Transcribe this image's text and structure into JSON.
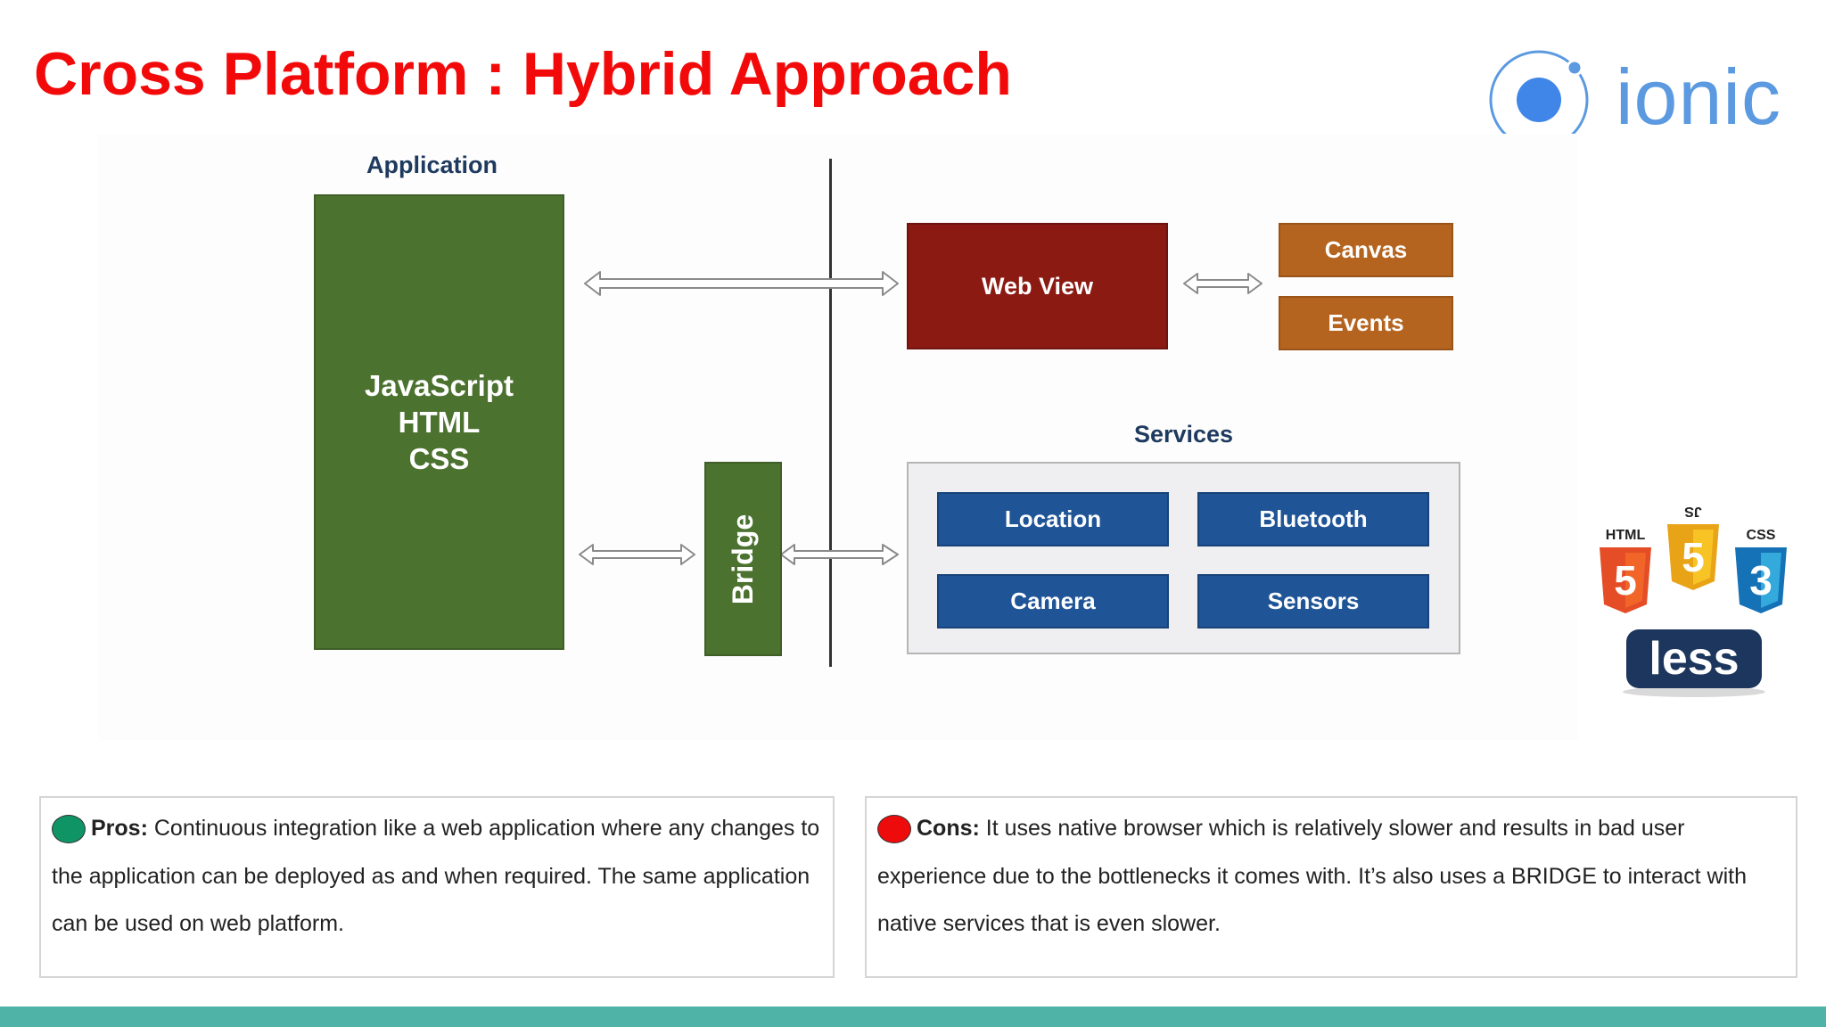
{
  "slide": {
    "title": "Cross Platform : Hybrid Approach"
  },
  "logo": {
    "brand": "ionic",
    "brand_color": "#5b9ae0"
  },
  "diagram": {
    "application_label": "Application",
    "app_lines": [
      "JavaScript",
      "HTML",
      "CSS"
    ],
    "bridge_label": "Bridge",
    "webview_label": "Web View",
    "canvas_label": "Canvas",
    "events_label": "Events",
    "services_label": "Services",
    "services": [
      "Location",
      "Bluetooth",
      "Camera",
      "Sensors"
    ]
  },
  "tech_badges": {
    "html": "HTML",
    "html_num": "5",
    "js": "JS",
    "js_num": "5",
    "css": "CSS",
    "css_num": "3",
    "less": "less"
  },
  "pros": {
    "label": "Pros:",
    "text": "Continuous integration like a web application where any changes to the application can be deployed as and when required. The same application can be used on web platform.",
    "dot_color": "#0f9466"
  },
  "cons": {
    "label": "Cons:",
    "text": "It uses native browser which is relatively slower and results in bad user experience due to the bottlenecks it comes with. It’s also uses a BRIDGE to interact with native services that is even slower.",
    "dot_color": "#ee0b0b"
  },
  "colors": {
    "title": "#f20a0a",
    "app_green": "#4c7230",
    "webview_red": "#8b1a12",
    "orange": "#b5641f",
    "service_blue": "#1f5497",
    "footer_teal": "#4fb4a7"
  }
}
